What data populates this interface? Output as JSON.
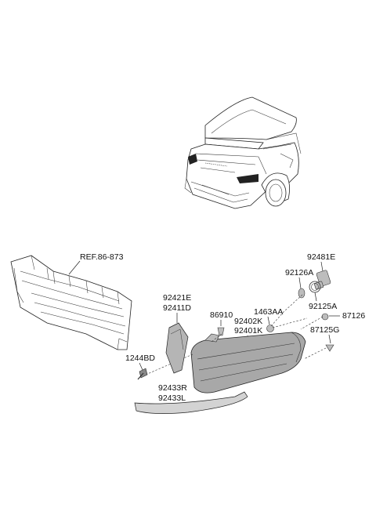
{
  "labels": {
    "ref": "REF.86-873",
    "p92481E": "92481E",
    "p92126A": "92126A",
    "p92125A": "92125A",
    "p87126": "87126",
    "p87125G": "87125G",
    "p1463AA": "1463AA",
    "p92402K": "92402K",
    "p92401K": "92401K",
    "p86910": "86910",
    "p92421E": "92421E",
    "p92411D": "92411D",
    "p1244BD": "1244BD",
    "p92433R": "92433R",
    "p92433L": "92433L"
  }
}
